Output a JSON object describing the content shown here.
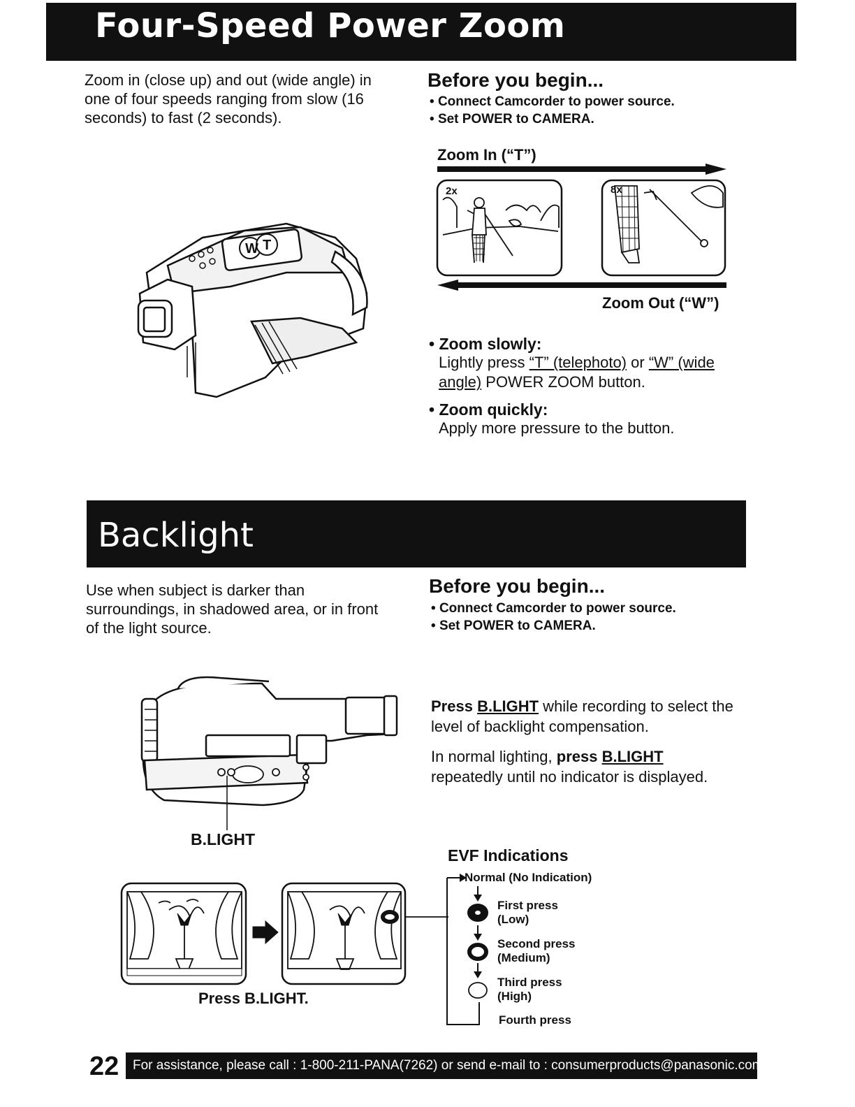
{
  "zoom_section": {
    "title": "Four-Speed Power Zoom",
    "intro": "Zoom in (close up) and out (wide angle) in\none of four speeds ranging from slow (16\nseconds) to fast (2 seconds).",
    "before_title": "Before you begin...",
    "before_items": [
      "Connect Camcorder to power source.",
      "Set POWER to CAMERA."
    ],
    "zoom_in_label": "Zoom In (“T”)",
    "zoom_out_label": "Zoom Out (“W”)",
    "wide_mag": "2x",
    "tele_mag": "8x",
    "button_w": "W",
    "button_t": "T",
    "slowly_head": "Zoom slowly:",
    "slowly_pre": "Lightly press ",
    "slowly_t": "“T” (telephoto)",
    "slowly_or": " or ",
    "slowly_w": "“W” (wide angle)",
    "slowly_post": " POWER ZOOM button.",
    "quickly_head": "Zoom quickly:",
    "quickly_body": "Apply more pressure to the button."
  },
  "backlight_section": {
    "title": "Backlight",
    "intro": "Use when subject is darker than\nsurroundings, in shadowed area, or in front\nof the light source.",
    "before_title": "Before you begin...",
    "before_items": [
      "Connect Camcorder to power source.",
      "Set POWER to CAMERA."
    ],
    "press_word": "Press ",
    "press_key": "B.LIGHT",
    "press_rest": " while recording to select the level of backlight compensation.",
    "normal_pre": "In normal lighting, ",
    "normal_press": "press ",
    "normal_key": "B.LIGHT",
    "normal_rest": " repeatedly until no indicator is displayed.",
    "blight_label": "B.LIGHT",
    "press_caption": "Press B.LIGHT.",
    "evf_title": "EVF Indications",
    "evf_normal": "Normal (No Indication)",
    "evf_first": [
      "First press",
      "(Low)"
    ],
    "evf_second": [
      "Second press",
      "(Medium)"
    ],
    "evf_third": [
      "Third press",
      "(High)"
    ],
    "evf_fourth": "Fourth press"
  },
  "footer": {
    "page_number": "22",
    "assistance": "For assistance, please call : 1-800-211-PANA(7262) or send e-mail to : consumerproducts@panasonic.com"
  }
}
